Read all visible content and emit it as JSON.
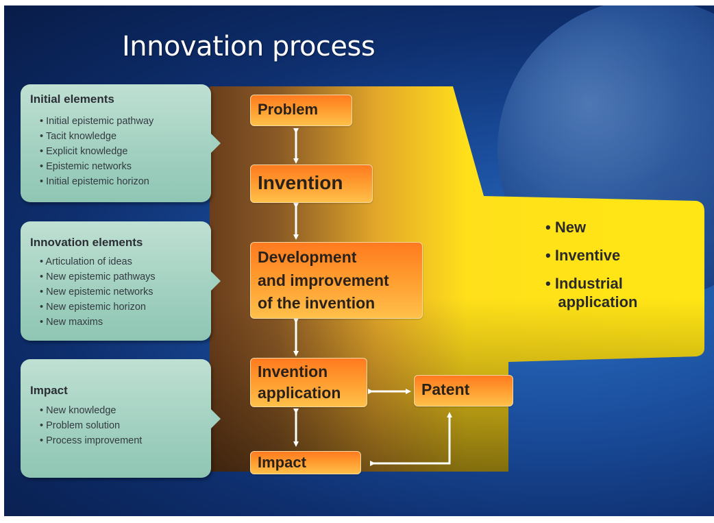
{
  "title": "Innovation process",
  "panels": [
    {
      "heading": "Initial elements",
      "items": [
        "Initial epistemic pathway",
        "Tacit knowledge",
        "Explicit knowledge",
        "Epistemic networks",
        "Initial epistemic horizon"
      ]
    },
    {
      "heading": "Innovation elements",
      "items": [
        "Articulation of ideas",
        "New epistemic pathways",
        "New epistemic networks",
        "New epistemic horizon",
        "New maxims"
      ]
    },
    {
      "heading": "Impact",
      "items": [
        "New knowledge",
        "Problem solution",
        "Process improvement"
      ]
    }
  ],
  "process": {
    "problem": "Problem",
    "invention": "Invention",
    "development": [
      "Development",
      "and improvement",
      "of the invention"
    ],
    "application": [
      "Invention",
      "application"
    ],
    "impact": "Impact",
    "patent": "Patent"
  },
  "criteria": [
    "New",
    "Inventive",
    "Industrial",
    "application"
  ],
  "colors": {
    "background": "#0e2e6d",
    "panel": "#a3d1c1",
    "box": "#ff9a2e",
    "band": "#ffe01a",
    "arrow": "#ffffff"
  }
}
